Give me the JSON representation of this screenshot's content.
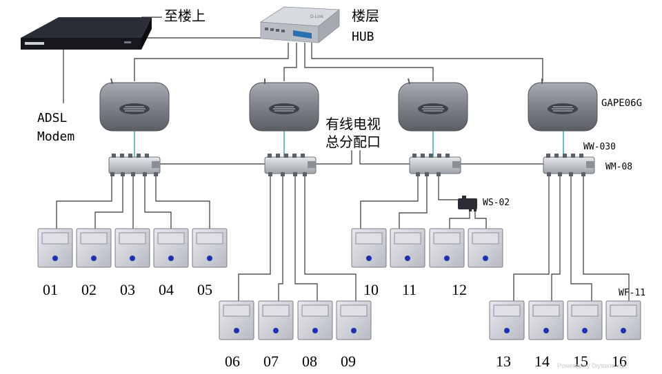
{
  "labels": {
    "upstairs": "至楼上",
    "floor_hub_1": "楼层",
    "floor_hub_2": "HUB",
    "adsl_1": "ADSL",
    "adsl_2": "Modem",
    "gateway_model": "GAPE06G",
    "cable_tv_1": "有线电视",
    "cable_tv_2": "总分配口",
    "ww_model": "WW-030",
    "wm_model": "WM-08",
    "ws_model": "WS-02",
    "wf_model": "WF-11",
    "watermark": "Powered by Diytrade.com"
  },
  "outlets": [
    "01",
    "02",
    "03",
    "04",
    "05",
    "06",
    "07",
    "08",
    "09",
    "10",
    "11",
    "12",
    "13",
    "14",
    "15",
    "16"
  ]
}
